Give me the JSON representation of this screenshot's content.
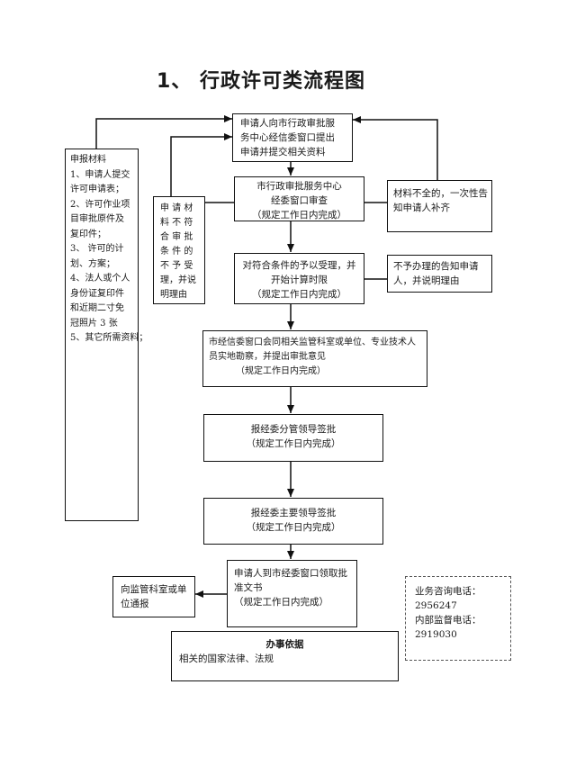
{
  "title": "1、  行政许可类流程图",
  "boxes": {
    "materials": {
      "lines": [
        "申报材料",
        "1、申请人提交",
        "许可申请表；",
        "2、许可作业项",
        "目审批原件及",
        "复印件；",
        "3、 许可的计",
        "划、方案；",
        "4、法人或个人",
        "身份证复印件",
        "和近期二寸免",
        "冠照片 3 张",
        "5、其它所需资料；"
      ]
    },
    "apply": {
      "lines": [
        "申请人向市行政审批服",
        "务中心经信委窗口提出",
        "申请并提交相关资料"
      ]
    },
    "review": {
      "lines": [
        "市行政审批服务中心",
        "经委窗口审查",
        "（规定工作日内完成）"
      ]
    },
    "incomplete": {
      "lines": [
        "材料不全的，一次性告",
        "知申请人补齐"
      ]
    },
    "not_meet": {
      "lines": [
        "申 请 材",
        "料 不 符",
        "合 审 批",
        "条 件 的",
        "不 予 受",
        "理，并说",
        "明理由"
      ]
    },
    "accept": {
      "lines": [
        "对符合条件的予以受理，并",
        "开始计算时限",
        "（规定工作日内完成）"
      ]
    },
    "not_handle": {
      "lines": [
        "不予办理的告知申请",
        "人，并说明理由"
      ]
    },
    "inspect": {
      "lines": [
        "市经信委窗口会同相关监管科室或单位、专业技术人",
        "员实地勘察，并提出审批意见",
        "（规定工作日内完成）"
      ]
    },
    "leader1": {
      "lines": [
        "报经委分管领导签批",
        "（规定工作日内完成）"
      ]
    },
    "leader2": {
      "lines": [
        "报经委主要领导签批",
        "（规定工作日内完成）"
      ]
    },
    "receive": {
      "lines": [
        "申请人到市经委窗口领取批",
        "准文书",
        "（规定工作日内完成）"
      ]
    },
    "notify": {
      "lines": [
        "向监管科室或单",
        "位通报"
      ]
    },
    "contact": {
      "lines": [
        "业务咨询电话：",
        "2956247",
        "内部监督电话：",
        "2919030"
      ]
    },
    "basis": {
      "heading": "办事依据",
      "text": "相关的国家法律、法规"
    }
  }
}
